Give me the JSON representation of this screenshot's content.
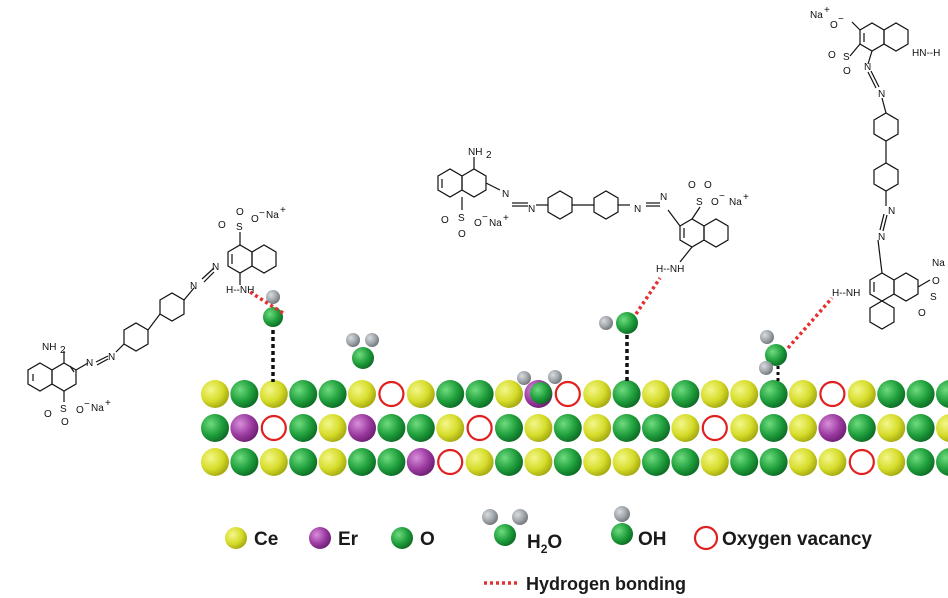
{
  "labels": {
    "nh2": "NH",
    "nh2_sub": "2",
    "so3_o": "O",
    "so3_minus": "−",
    "na": "Na",
    "na_plus": "+",
    "s": "S",
    "o": "O",
    "hnh": "H--NH",
    "hnh_rot": "HN--H",
    "n": "N"
  },
  "legend": {
    "ce": "Ce",
    "er": "Er",
    "o": "O",
    "h2o_h": "H",
    "h2o_sub": "2",
    "h2o_o": "O",
    "oh": "OH",
    "vacancy": "Oxygen vacancy",
    "hbond": "Hydrogen bonding"
  },
  "colors": {
    "ce": "#d6dc2a",
    "er": "#9b3aa0",
    "o": "#1f9e3c",
    "h": "#9ea3a8",
    "vacancy": "#e02020",
    "hbond": "#e53030",
    "bond": "#111111"
  },
  "lattice": {
    "rows": [
      [
        "ce",
        "o",
        "ce",
        "o",
        "o",
        "ce",
        "vac",
        "ce",
        "o",
        "o",
        "ce",
        "er",
        "vac",
        "ce",
        "o",
        "ce",
        "o",
        "ce",
        "ce",
        "o",
        "ce",
        "vac",
        "ce",
        "o",
        "o",
        "o"
      ],
      [
        "o",
        "er",
        "vac",
        "o",
        "ce",
        "er",
        "o",
        "o",
        "ce",
        "vac",
        "o",
        "ce",
        "o",
        "ce",
        "o",
        "o",
        "ce",
        "vac",
        "ce",
        "o",
        "ce",
        "er",
        "o",
        "ce",
        "o",
        "ce"
      ],
      [
        "ce",
        "o",
        "ce",
        "o",
        "ce",
        "o",
        "o",
        "er",
        "vac",
        "ce",
        "o",
        "ce",
        "o",
        "ce",
        "ce",
        "o",
        "o",
        "ce",
        "o",
        "o",
        "ce",
        "ce",
        "vac",
        "ce",
        "o",
        "o"
      ]
    ]
  }
}
